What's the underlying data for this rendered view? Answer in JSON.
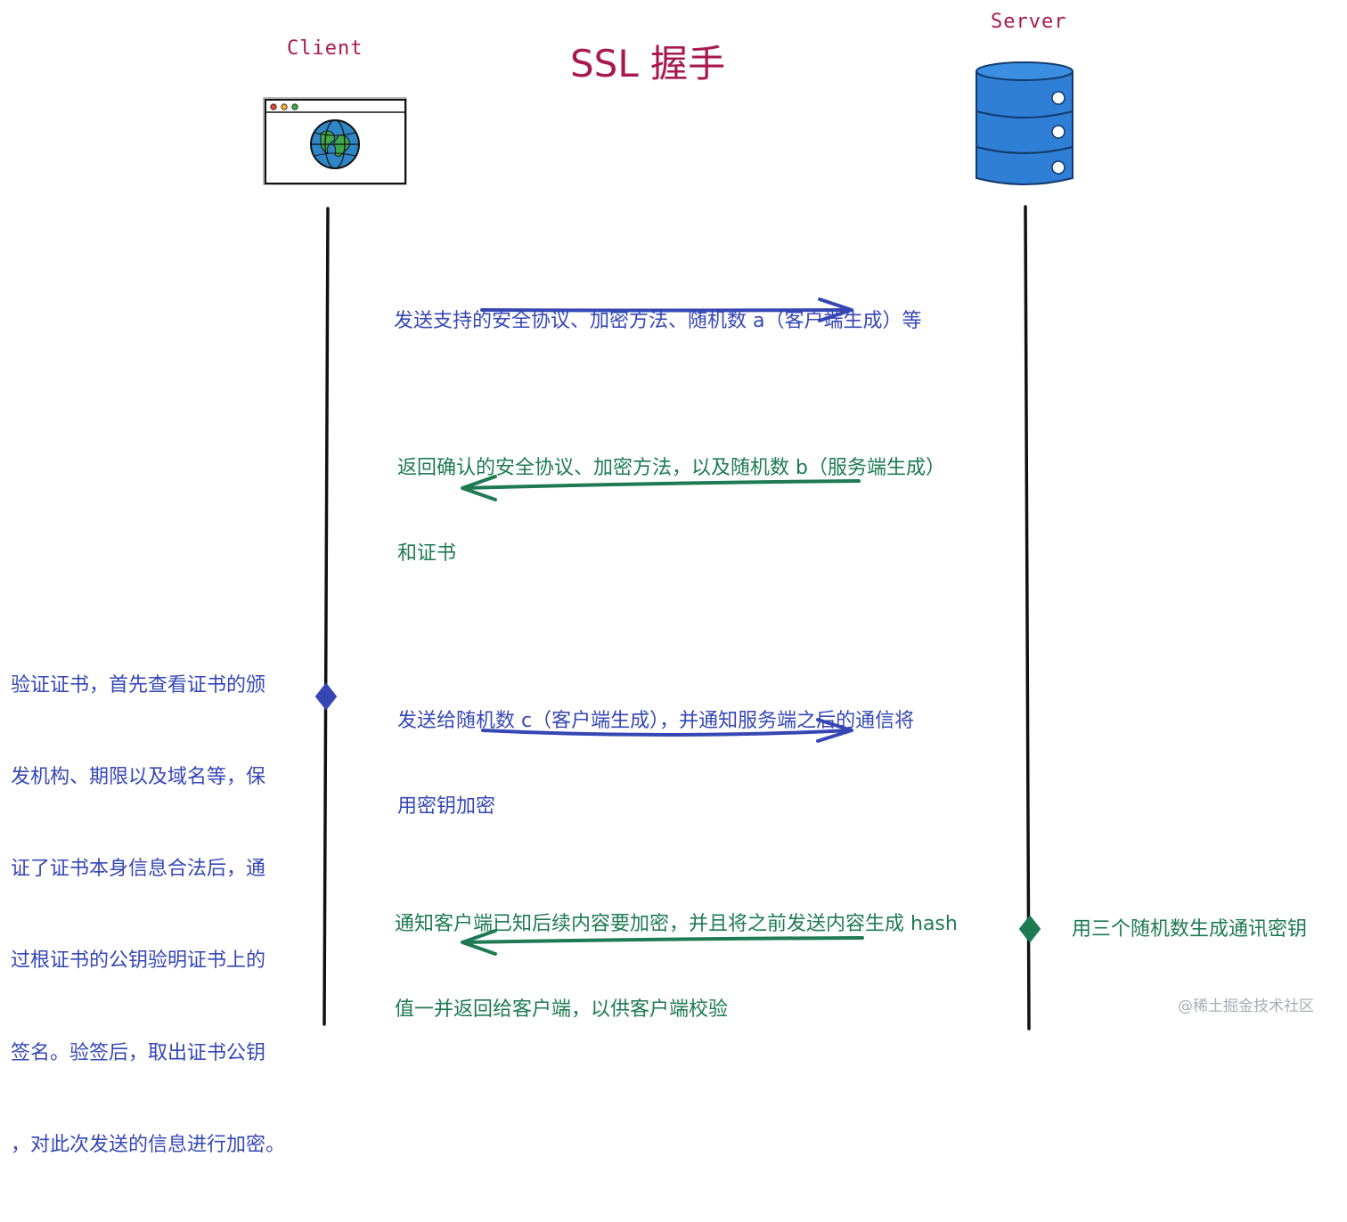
{
  "title": "SSL 握手",
  "client_label": "Client",
  "server_label": "Server",
  "messages": [
    {
      "lines": [
        "发送支持的安全协议、加密方法、随机数 a（客户端生成）等"
      ],
      "direction": "client-to-server",
      "color": "#3647b5"
    },
    {
      "lines": [
        "返回确认的安全协议、加密方法，以及随机数 b（服务端生成）",
        "和证书"
      ],
      "direction": "server-to-client",
      "color": "#1e7a53"
    },
    {
      "lines": [
        "发送给随机数 c（客户端生成），并通知服务端之后的通信将",
        "用密钥加密"
      ],
      "direction": "client-to-server",
      "color": "#3647b5"
    },
    {
      "lines": [
        "通知客户端已知后续内容要加密，并且将之前发送内容生成 hash",
        "值一并返回给客户端，以供客户端校验"
      ],
      "direction": "server-to-client",
      "color": "#1e7a53"
    }
  ],
  "client_note": {
    "lines": [
      "验证证书，首先查看证书的颁",
      "发机构、期限以及域名等，保",
      "证了证书本身信息合法后，通",
      "过根证书的公钥验明证书上的",
      "签名。验签后，取出证书公钥",
      "，对此次发送的信息进行加密。"
    ],
    "color": "#3647b5"
  },
  "server_note": {
    "text": "用三个随机数生成通讯密钥",
    "color": "#1e7a53"
  },
  "watermark": "@稀土掘金技术社区",
  "colors": {
    "title": "#a8184e",
    "server_icon": "#2f7fd6",
    "globe": "#2f86c6",
    "globe_land": "#3fa64a"
  }
}
